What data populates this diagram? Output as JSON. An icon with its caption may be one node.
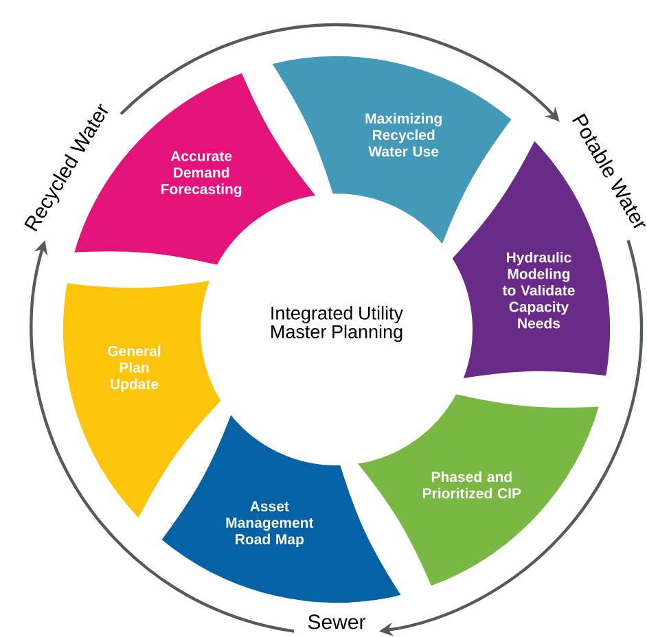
{
  "diagram": {
    "nodes": [
      {
        "text": [
          "Accurate Demand Forecasting"
        ]
      },
      {
        "text": [
          "Maximizing Recycled Water Use"
        ]
      },
      {
        "text": [
          "Hydraulic Modeling to Validate Capacity Needs"
        ]
      },
      {
        "text": [
          "Phased and Prioritized CIP"
        ]
      },
      {
        "text": [
          "Asset Management Road Map"
        ]
      },
      {
        "text": [
          "General Plan Update"
        ]
      },
      {
        "text": [
          "Recycled Water"
        ]
      },
      {
        "text": [
          "Potable Water"
        ]
      },
      {
        "text": [
          "Sewer"
        ]
      }
    ],
    "edges": [
      {
        "from": 6,
        "to": 7,
        "arrow": "to"
      },
      {
        "from": 7,
        "to": 8,
        "arrow": "to"
      },
      {
        "from": 8,
        "to": 6,
        "arrow": "to"
      }
    ],
    "labels": [
      "Integrated Utility Master Planning"
    ]
  }
}
